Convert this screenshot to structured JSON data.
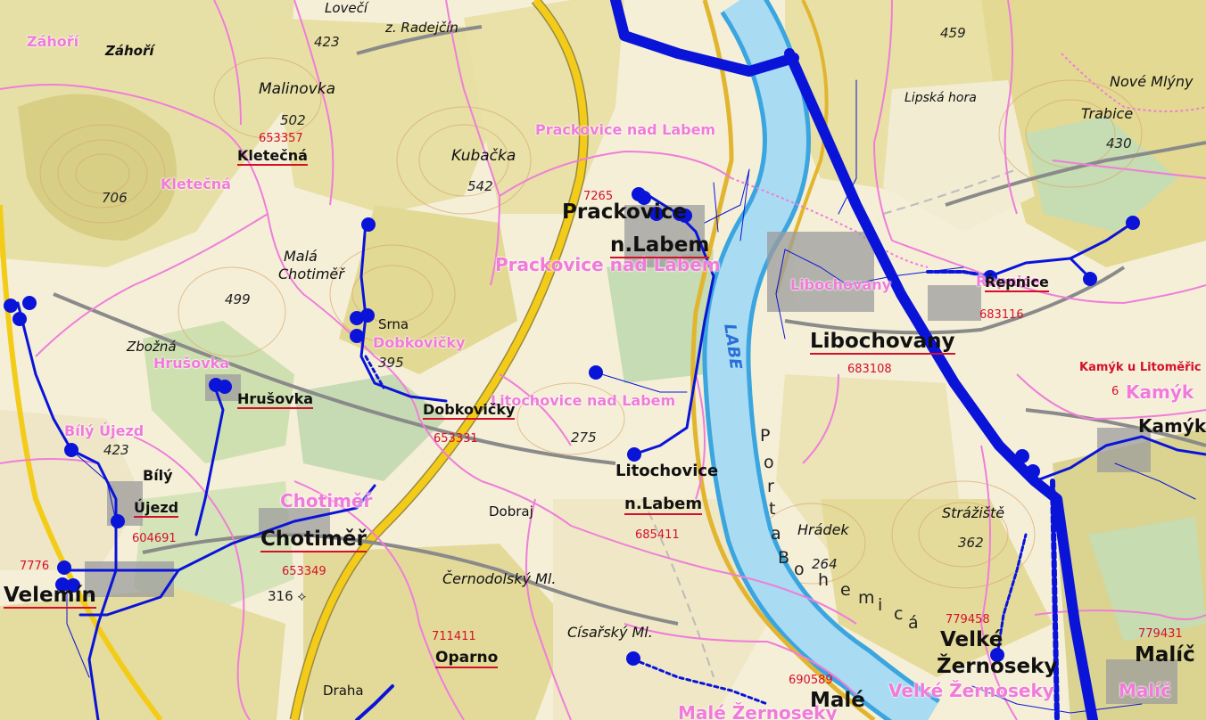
{
  "map": {
    "river": "LABE",
    "porta_letters": [
      "P",
      "o",
      "r",
      "t",
      "a",
      "B",
      "o",
      "h",
      "e",
      "m",
      "i",
      "c",
      "á"
    ]
  },
  "pink_labels": [
    "Záhoří",
    "Kletečná",
    "Hrušovka",
    "Bílý Újezd",
    "Chotiměř",
    "Dobkovičky",
    "Prackovice nad Labem",
    "Prackovice nad Labem",
    "Litochovice nad Labem",
    "Libochovany",
    "Řepnice",
    "Kamýk",
    "Velké Žernoseky",
    "Malíč",
    "Malé Žernoseky",
    "Kamýk u Litoměřic"
  ],
  "place_labels": [
    "Záhoří",
    "Kletečná",
    "Hrušovka",
    "Bílý",
    "Újezd",
    "Chotiměř",
    "Velemín",
    "Dobkovičky",
    "Prackovice",
    "n.Labem",
    "Litochovice",
    "n.Labem",
    "Libochovany",
    "Řepnice",
    "Kamýk",
    "Velké",
    "Žernoseky",
    "Malíč",
    "Oparno",
    "Malé"
  ],
  "feature_labels": [
    "Lovečí",
    "z. Radejčín",
    "Malinovka",
    "Kubačka",
    "Malá",
    "Chotiměř",
    "Zbožná",
    "Srna",
    "Dobraj",
    "Černodolský Ml.",
    "Císařský Ml.",
    "Draha",
    "Hrádek",
    "Strážiště",
    "Nové Mlýny",
    "Trabice",
    "Lipská hora"
  ],
  "elevations": [
    "423",
    "459",
    "502",
    "706",
    "542",
    "499",
    "395",
    "423",
    "275",
    "316 ⟡",
    "264",
    "362",
    "430"
  ],
  "codes": [
    "653357",
    "7265",
    "683116",
    "683108",
    "653331",
    "604691",
    "653349",
    "685411",
    "7776",
    "711411",
    "690589",
    "779458",
    "779431",
    "6"
  ]
}
